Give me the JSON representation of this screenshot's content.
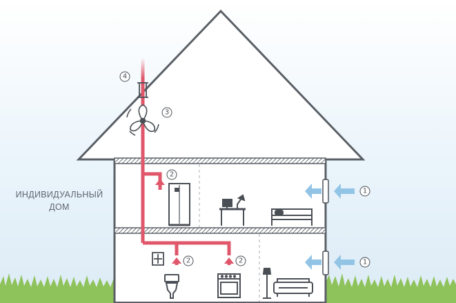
{
  "house_label": {
    "line1": "ИНДИВИДУАЛЬНЫЙ",
    "line2": "ДОМ"
  },
  "markers": {
    "inlet": "1",
    "extract_vent": "2",
    "fan": "3",
    "roof_outlet": "4"
  },
  "colors": {
    "wall": "#5a5f66",
    "duct": "#e0566a",
    "fresh_air": "#92c4e6",
    "grass": "#8ec25a",
    "sky": "#e8f3fa"
  },
  "icons": [
    "fan-icon",
    "shower-cabin-icon",
    "desk-lamp-icon",
    "bed-icon",
    "toilet-icon",
    "stove-icon",
    "floor-lamp-icon",
    "sofa-icon",
    "window-icon",
    "vent-grille-icon"
  ]
}
